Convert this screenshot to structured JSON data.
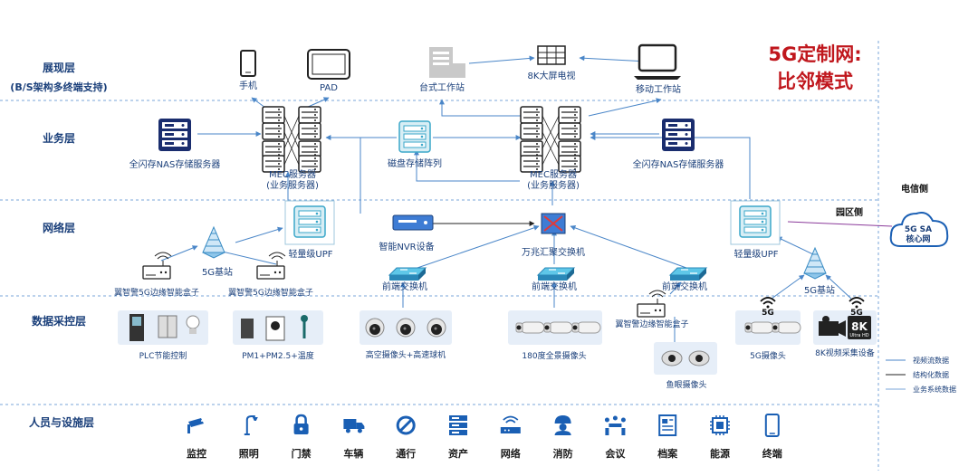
{
  "title": {
    "line1": "5G定制网:",
    "line2": "比邻模式"
  },
  "layers": {
    "presentation": {
      "name": "展现层",
      "sub": "(B/S架构多终端支持)"
    },
    "business": "业务层",
    "network": "网络层",
    "data": "数据采控层",
    "people": "人员与设施层"
  },
  "presentation": {
    "phone": "手机",
    "pad": "PAD",
    "desktop": "台式工作站",
    "tv": "8K大屏电视",
    "mobile_ws": "移动工作站"
  },
  "business": {
    "nas_left": "全闪存NAS存储服务器",
    "mec_left_1": "MEC服务器",
    "mec_left_2": "(业务服务器)",
    "disk_array": "磁盘存储阵列",
    "mec_right_1": "MEC服务器",
    "mec_right_2": "(业务服务器)",
    "nas_right": "全闪存NAS存储服务器"
  },
  "network": {
    "upf_left": "轻量级UPF",
    "nvr": "智能NVR设备",
    "core_switch": "万兆汇聚交换机",
    "upf_right": "轻量级UPF",
    "bs_left": "5G基站",
    "bs_right": "5G基站",
    "edge_box_1": "翼智警5G边缘智能盒子",
    "edge_box_2": "翼智警5G边缘智能盒子",
    "front_sw_1": "前端交换机",
    "front_sw_2": "前端交换机",
    "front_sw_3": "前端交换机",
    "telecom_side": "电信侧",
    "park_side": "园区侧",
    "core_net_1": "5G SA",
    "core_net_2": "核心网"
  },
  "devices": {
    "plc": "PLC节能控制",
    "pm": "PM1+PM2.5+温度",
    "cam_high": "高空摄像头+高速球机",
    "cam_180": "180度全景摄像头",
    "edge_box_3": "翼智警边缘智能盒子",
    "fisheye": "鱼眼摄像头",
    "cam_5g": "5G摄像头",
    "video_8k": "8K视频采集设备",
    "badge_5g_1": "5G",
    "badge_5g_2": "5G",
    "badge_8k": "8K",
    "badge_ultra": "Ultra HD"
  },
  "legend": {
    "video": "视频流数据",
    "struct": "结构化数据",
    "biz": "业务系统数据"
  },
  "facilities": [
    {
      "label": "监控",
      "icon": "cctv-icon"
    },
    {
      "label": "照明",
      "icon": "streetlight-icon"
    },
    {
      "label": "门禁",
      "icon": "lock-icon"
    },
    {
      "label": "车辆",
      "icon": "truck-icon"
    },
    {
      "label": "通行",
      "icon": "no-entry-icon"
    },
    {
      "label": "资产",
      "icon": "server-rack-icon"
    },
    {
      "label": "网络",
      "icon": "router-icon"
    },
    {
      "label": "消防",
      "icon": "firefighter-icon"
    },
    {
      "label": "会议",
      "icon": "meeting-icon"
    },
    {
      "label": "档案",
      "icon": "document-icon"
    },
    {
      "label": "能源",
      "icon": "chip-icon"
    },
    {
      "label": "终端",
      "icon": "mobile-icon"
    }
  ],
  "colors": {
    "primary": "#1a3f7a",
    "line": "#4a86c8",
    "accent": "#c0171d",
    "core": "#8a3a9a"
  }
}
